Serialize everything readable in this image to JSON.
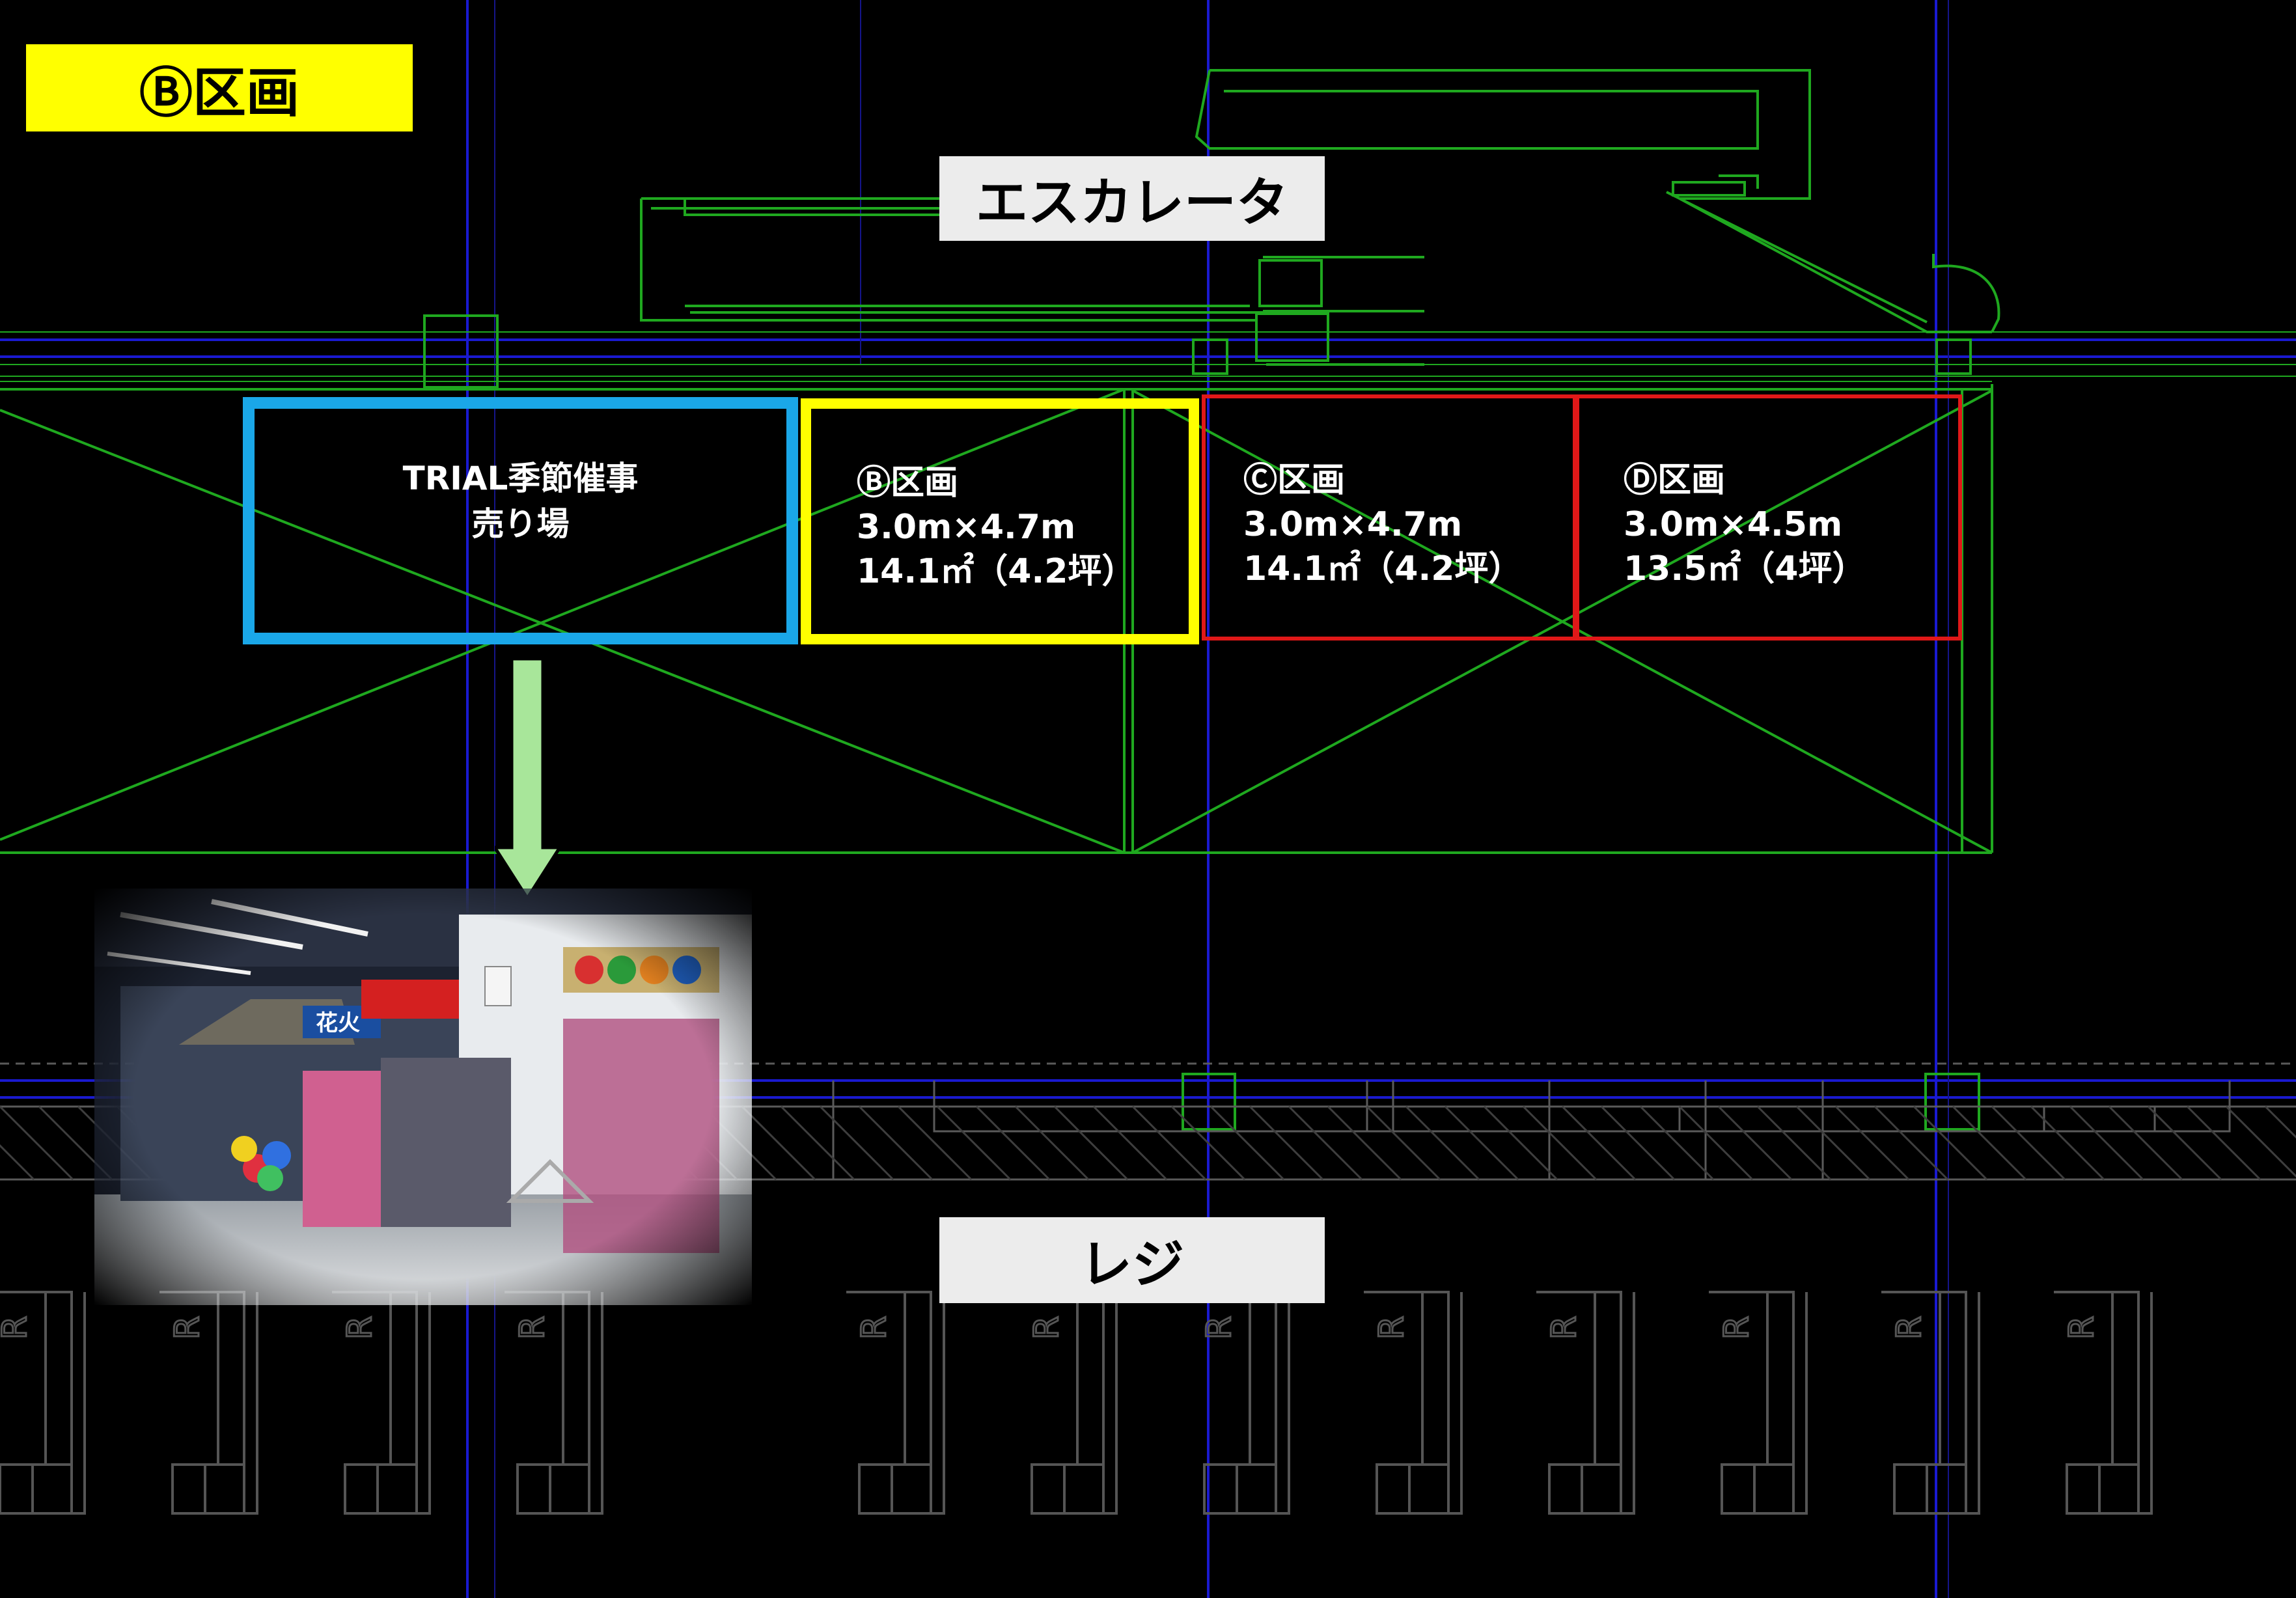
{
  "title": "Ⓑ区画",
  "escalator_label": "エスカレータ",
  "register_label": "レジ",
  "zones": {
    "trial": {
      "line1": "TRIAL季節催事",
      "line2": "売り場",
      "color": "#1aa7e8"
    },
    "b": {
      "name": "Ⓑ区画",
      "size": "3.0m×4.7m",
      "area": "14.1㎡（4.2坪）",
      "color": "#ffff00"
    },
    "c": {
      "name": "Ⓒ区画",
      "size": "3.0m×4.7m",
      "area": "14.1㎡（4.2坪）",
      "color": "#e01818"
    },
    "d": {
      "name": "Ⓓ区画",
      "size": "3.0m×4.5m",
      "area": "13.5㎡（4坪）",
      "color": "#e01818"
    }
  },
  "register_lane_marker": "R",
  "photo": {
    "shop_sign": "花火"
  },
  "colors": {
    "cad_lines": "#1fa81f",
    "grid_lines": "#1a1ad0",
    "arrow": "#a8e69a",
    "register_lines": "#5a5a5a",
    "label_bg": "#ececec",
    "title_bg": "#ffff00"
  }
}
